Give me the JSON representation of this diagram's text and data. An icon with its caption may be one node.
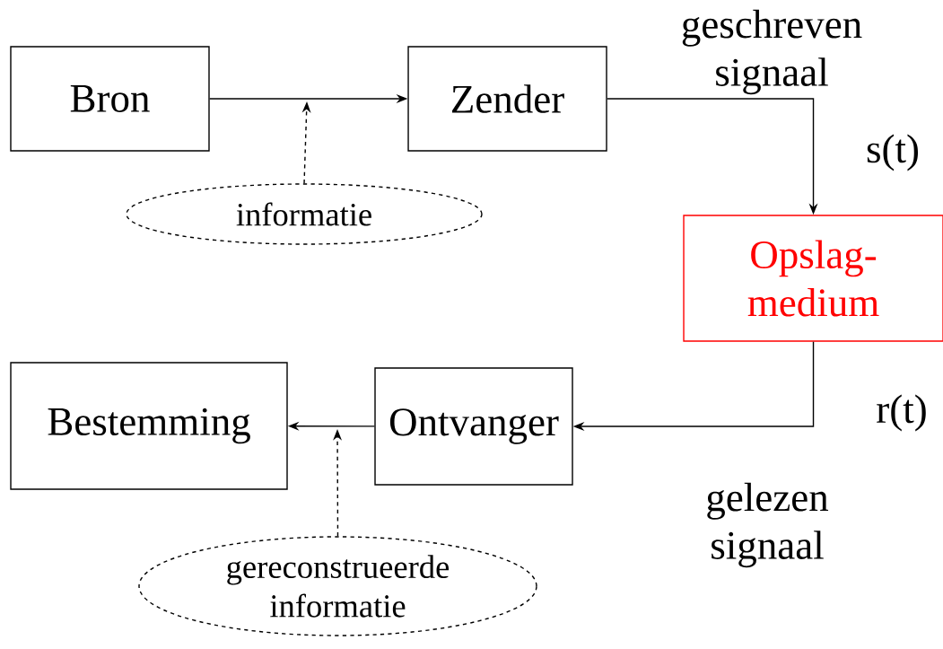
{
  "diagram": {
    "nodes": [
      {
        "text": [
          "Bron"
        ]
      },
      {
        "text": [
          "Zender"
        ]
      },
      {
        "text": [
          "informatie"
        ]
      },
      {
        "text": [
          "Opslag- medium"
        ]
      },
      {
        "text": [
          "Ontvanger"
        ]
      },
      {
        "text": [
          "Bestemming"
        ]
      },
      {
        "text": [
          "gereconstrueerde informatie"
        ]
      }
    ],
    "edges": [
      {
        "from": 0,
        "to": 1,
        "arrow": "to"
      },
      {
        "from": 2,
        "to": null,
        "arrow": "to",
        "style": "dashed"
      },
      {
        "from": 1,
        "to": 3,
        "arrow": "to"
      },
      {
        "from": 3,
        "to": 4,
        "arrow": "to"
      },
      {
        "from": 4,
        "to": 5,
        "arrow": "to"
      },
      {
        "from": 6,
        "to": null,
        "arrow": "to",
        "style": "dashed"
      }
    ],
    "labels": [
      "geschreven signaal",
      "s(t)",
      "r(t)",
      "gelezen signaal"
    ]
  }
}
